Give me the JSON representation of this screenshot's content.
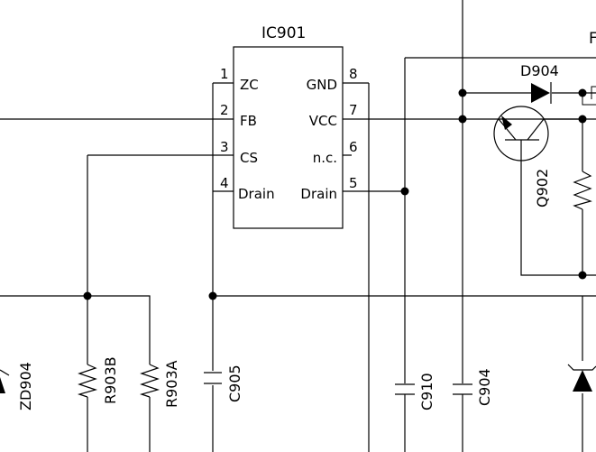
{
  "schematic": {
    "ic": {
      "ref": "IC901",
      "pins": [
        {
          "num": "1",
          "name": "ZC"
        },
        {
          "num": "2",
          "name": "FB"
        },
        {
          "num": "3",
          "name": "CS"
        },
        {
          "num": "4",
          "name": "Drain"
        },
        {
          "num": "5",
          "name": "Drain"
        },
        {
          "num": "6",
          "name": "n.c."
        },
        {
          "num": "7",
          "name": "VCC"
        },
        {
          "num": "8",
          "name": "GND"
        }
      ]
    },
    "components": {
      "d904": "D904",
      "q902": "Q902",
      "zd904": "ZD904",
      "r903b": "R903B",
      "r903a": "R903A",
      "c905": "C905",
      "c910": "C910",
      "c904": "C904",
      "edge_label": "F"
    }
  }
}
